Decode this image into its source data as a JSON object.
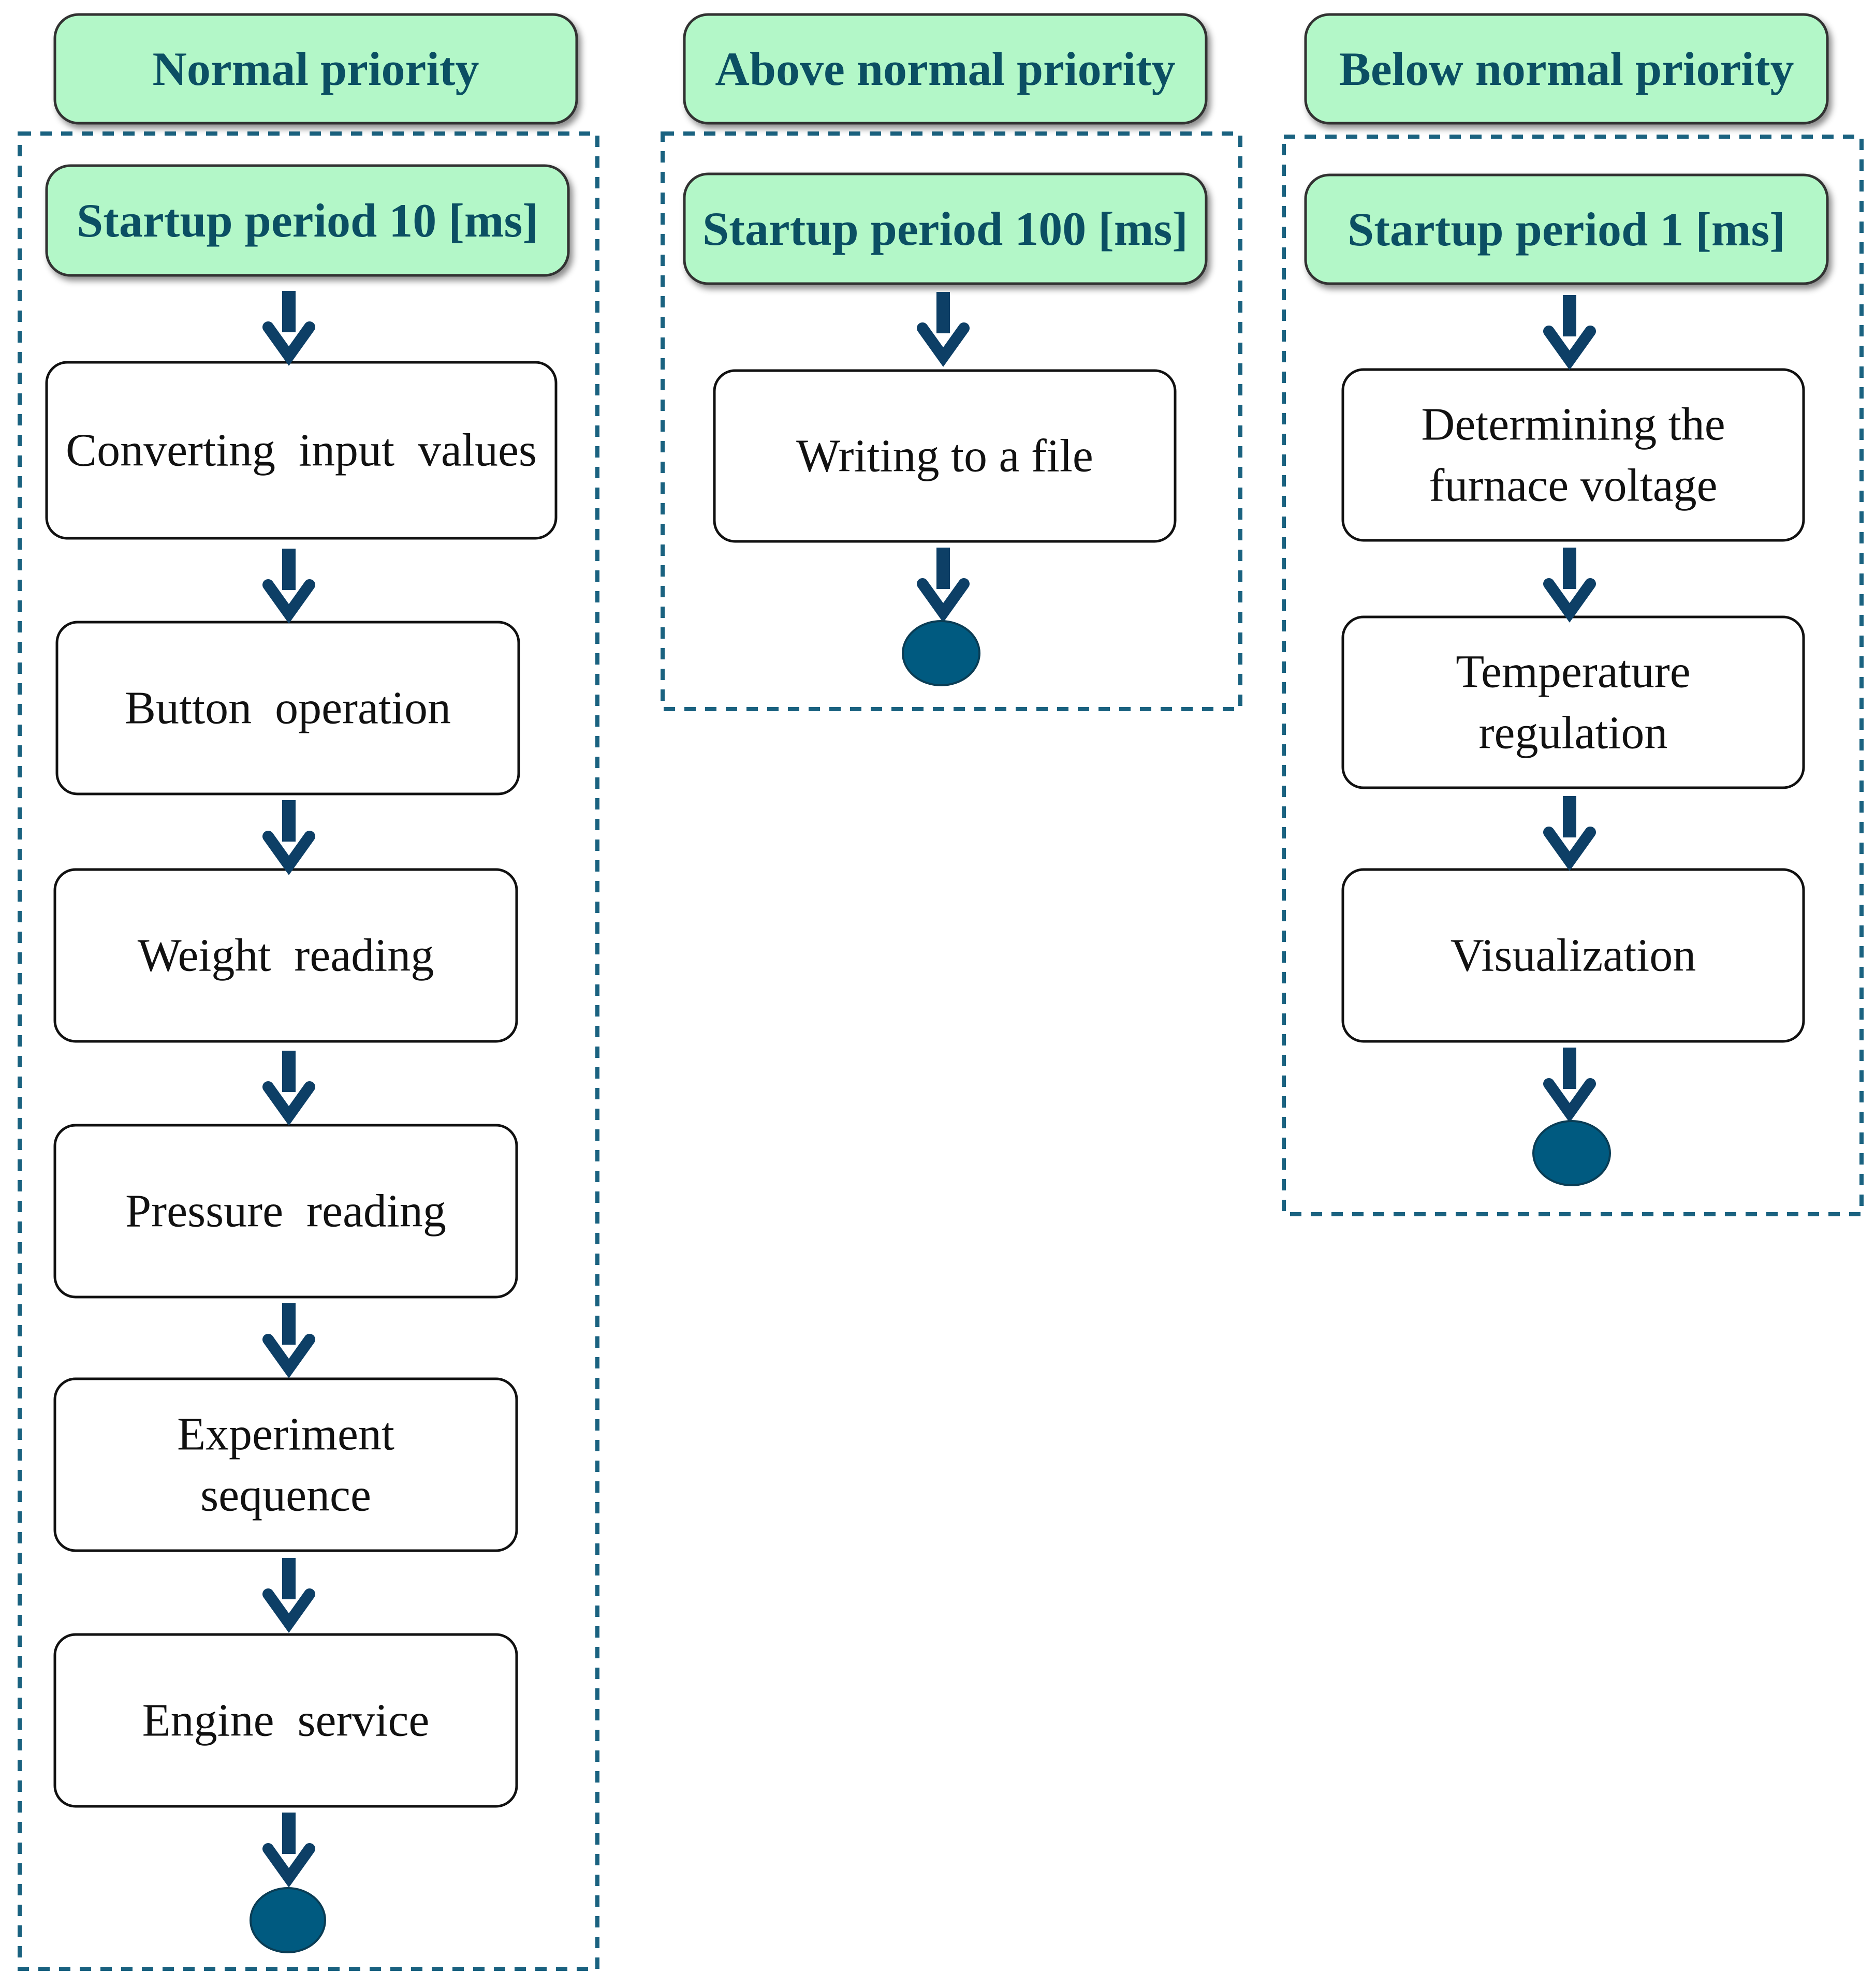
{
  "colors": {
    "header_fill": "#b3f7c8",
    "header_text": "#0b4f63",
    "arrow": "#0d3f66",
    "end_node": "#005a80",
    "dashed_border": "#1a6280",
    "box_border": "#111111"
  },
  "columns": [
    {
      "priority_label": "Normal priority",
      "period_label": "Startup period 10 [ms]",
      "tasks": [
        {
          "lines": [
            "Converting  input  values"
          ]
        },
        {
          "lines": [
            "Button  operation"
          ]
        },
        {
          "lines": [
            "Weight  reading"
          ]
        },
        {
          "lines": [
            "Pressure  reading"
          ]
        },
        {
          "lines": [
            "Experiment",
            "sequence"
          ]
        },
        {
          "lines": [
            "Engine  service"
          ]
        }
      ]
    },
    {
      "priority_label": "Above normal priority",
      "period_label": "Startup period 100 [ms]",
      "tasks": [
        {
          "lines": [
            "Writing to a file"
          ]
        }
      ]
    },
    {
      "priority_label": "Below normal priority",
      "period_label": "Startup period 1 [ms]",
      "tasks": [
        {
          "lines": [
            "Determining the",
            "furnace voltage"
          ]
        },
        {
          "lines": [
            "Temperature",
            "regulation"
          ]
        },
        {
          "lines": [
            "Visualization"
          ]
        }
      ]
    }
  ]
}
